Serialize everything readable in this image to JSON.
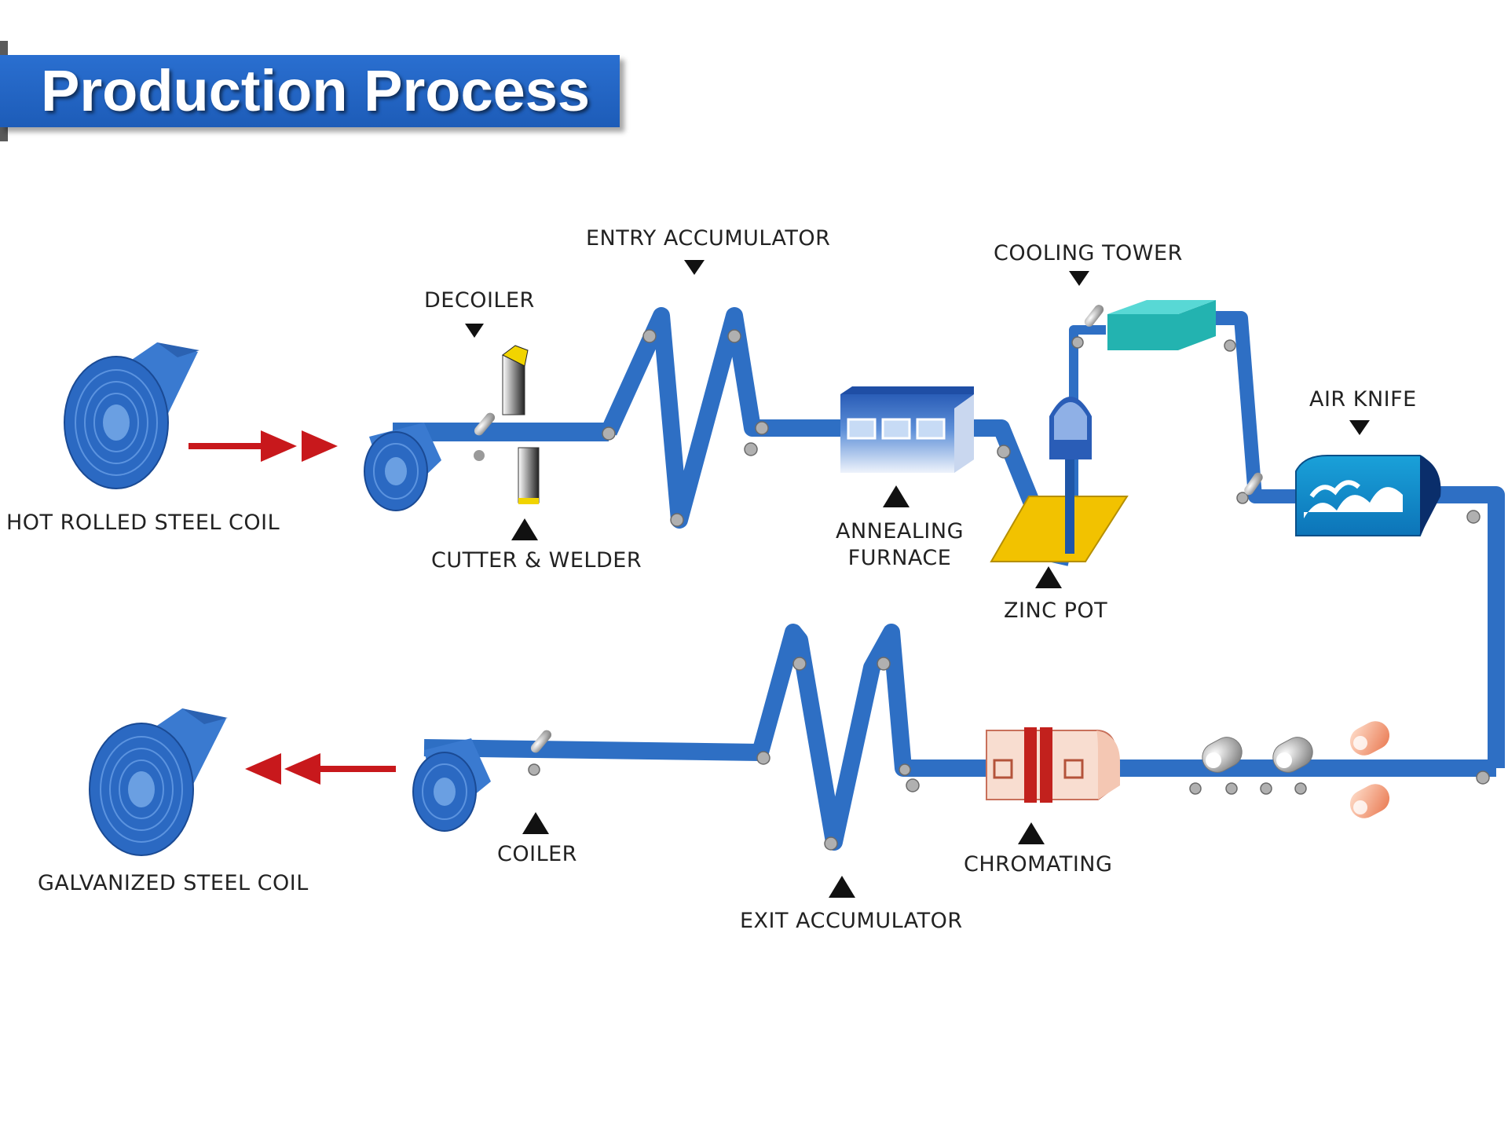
{
  "title": "Production Process",
  "labels": {
    "hot_rolled_coil": "HOT ROLLED STEEL COIL",
    "decoiler": "DECOILER",
    "cutter_welder": "CUTTER & WELDER",
    "entry_accumulator": "ENTRY ACCUMULATOR",
    "annealing_furnace": "ANNEALING\nFURNACE",
    "cooling_tower": "COOLING TOWER",
    "zinc_pot": "ZINC POT",
    "air_knife": "AIR KNIFE",
    "chromating": "CHROMATING",
    "exit_accumulator": "EXIT ACCUMULATOR",
    "coiler": "COILER",
    "galvanized_coil": "GALVANIZED STEEL COIL"
  },
  "colors": {
    "title_bar": "#1f63c2",
    "strip": "#2e6fc4",
    "coil": "#2f6ec7",
    "arrow": "#c8181c",
    "cooling_tower": "#2ec4c0",
    "zinc_pot": "#f2c200",
    "chromating": "#f4d2c4"
  }
}
